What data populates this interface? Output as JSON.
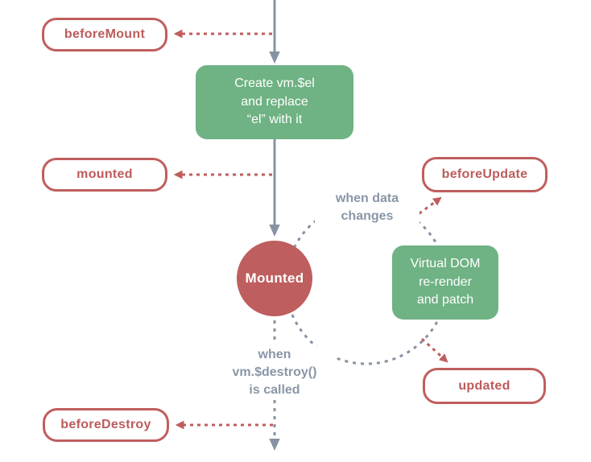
{
  "diagram": {
    "nodes": {
      "before_mount": {
        "label": "beforeMount"
      },
      "create_el": {
        "label": "Create vm.$el\nand replace\n“el” with it"
      },
      "mounted_hook": {
        "label": "mounted"
      },
      "mounted_state": {
        "label": "Mounted"
      },
      "before_update": {
        "label": "beforeUpdate"
      },
      "virtual_dom": {
        "label": "Virtual DOM\nre-render\nand patch"
      },
      "updated": {
        "label": "updated"
      },
      "before_destroy": {
        "label": "beforeDestroy"
      }
    },
    "annotations": {
      "when_data_changes": "when data\nchanges",
      "when_destroy": "when\nvm.$destroy()\nis called"
    }
  },
  "colors": {
    "red": "#bf5e5e",
    "red-text": "#bd5b5b",
    "green": "#6fb283",
    "gray-line": "#8793a3",
    "gray-text": "#8a96a6",
    "bg": "#ffffff"
  }
}
